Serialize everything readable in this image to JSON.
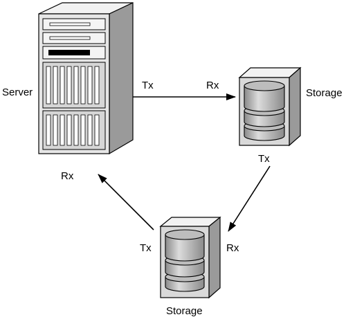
{
  "nodes": {
    "server": {
      "label": "Server"
    },
    "storage_right": {
      "label": "Storage"
    },
    "storage_bottom": {
      "label": "Storage"
    }
  },
  "links": [
    {
      "from": "server",
      "to": "storage_right",
      "tx_label": "Tx",
      "rx_label": "Rx"
    },
    {
      "from": "storage_right",
      "to": "storage_bottom",
      "tx_label": "Tx",
      "rx_label": "Rx"
    },
    {
      "from": "storage_bottom",
      "to": "server",
      "tx_label": "Tx",
      "rx_label": "Rx"
    }
  ]
}
